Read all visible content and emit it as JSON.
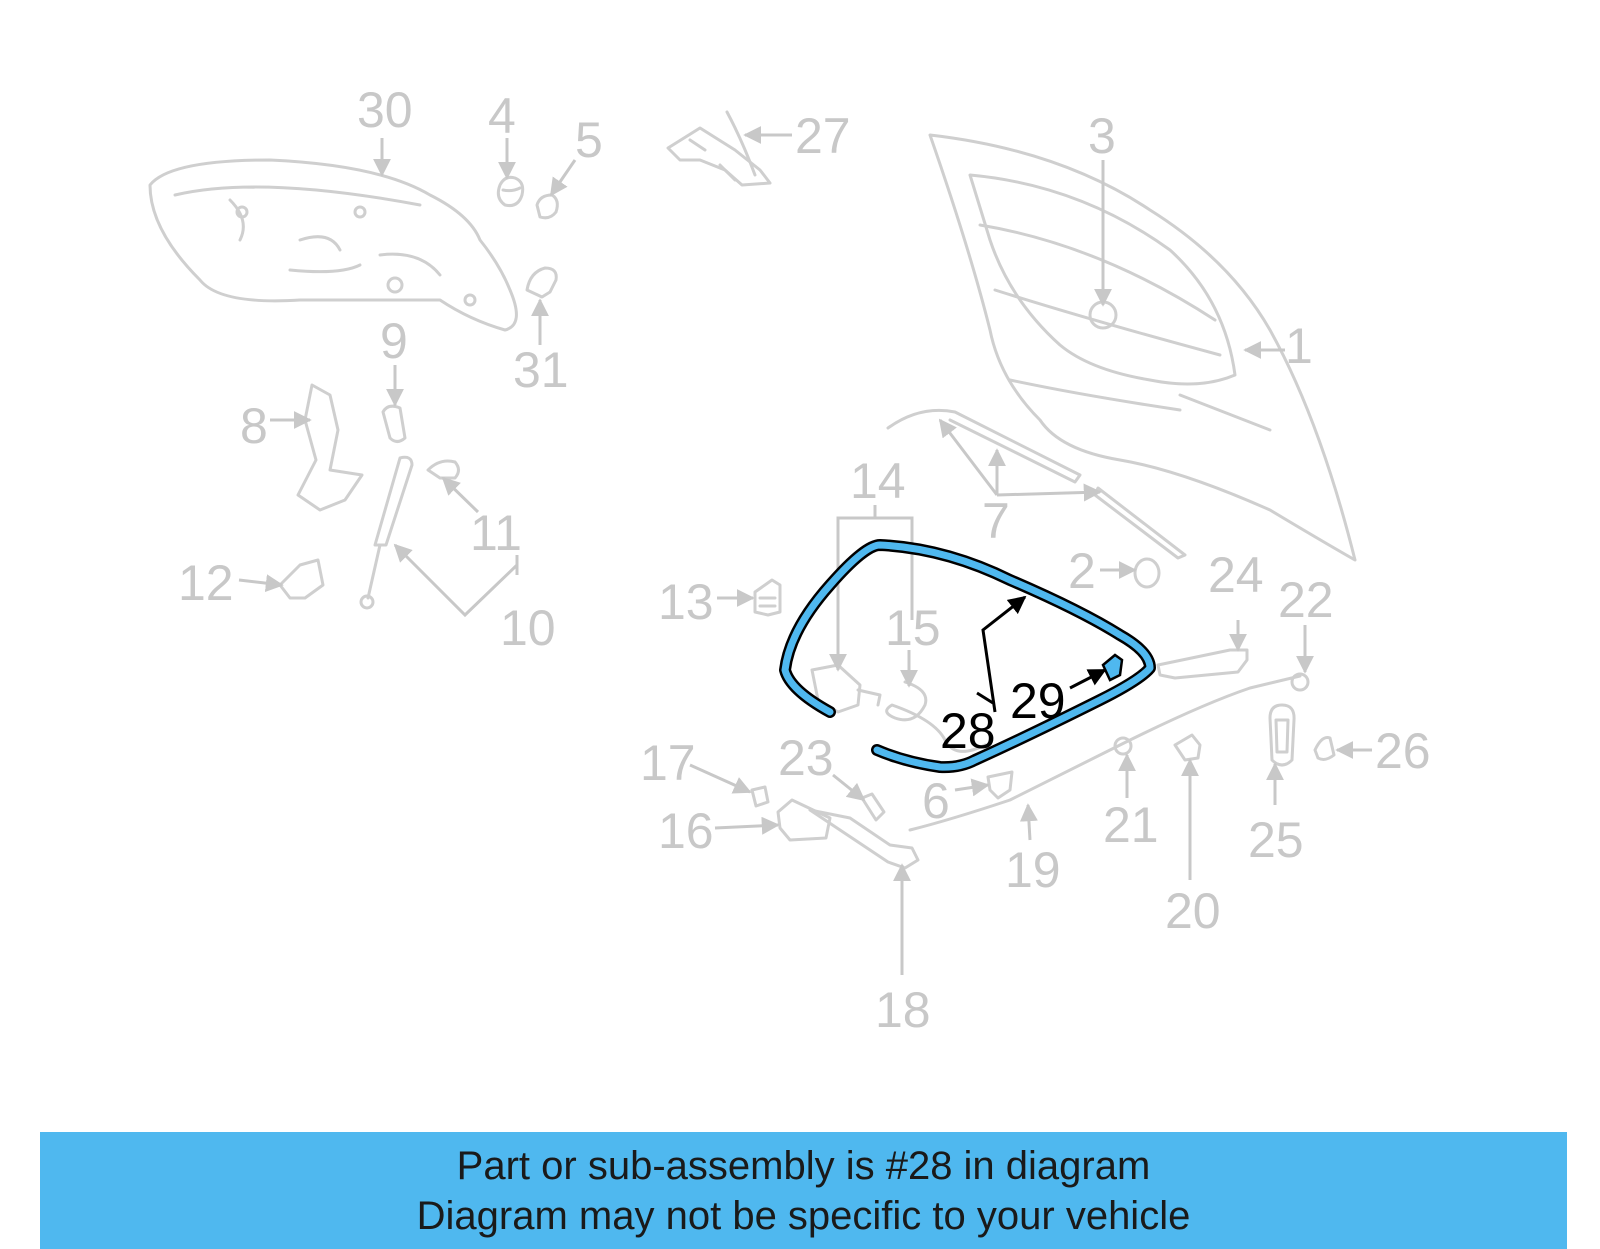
{
  "diagram": {
    "highlight_color": "#4fb8ef",
    "labels": {
      "l1": "1",
      "l2": "2",
      "l3": "3",
      "l4": "4",
      "l5": "5",
      "l6": "6",
      "l7": "7",
      "l8": "8",
      "l9": "9",
      "l10": "10",
      "l11": "11",
      "l12": "12",
      "l13": "13",
      "l14": "14",
      "l15": "15",
      "l16": "16",
      "l17": "17",
      "l18": "18",
      "l19": "19",
      "l20": "20",
      "l21": "21",
      "l22": "22",
      "l23": "23",
      "l24": "24",
      "l25": "25",
      "l26": "26",
      "l27": "27",
      "l28": "28",
      "l29": "29",
      "l30": "30",
      "l31": "31"
    }
  },
  "banner": {
    "line1": "Part or sub-assembly is #28 in diagram",
    "line2": "Diagram may not be specific to your vehicle",
    "background": "#4fb8ef"
  }
}
